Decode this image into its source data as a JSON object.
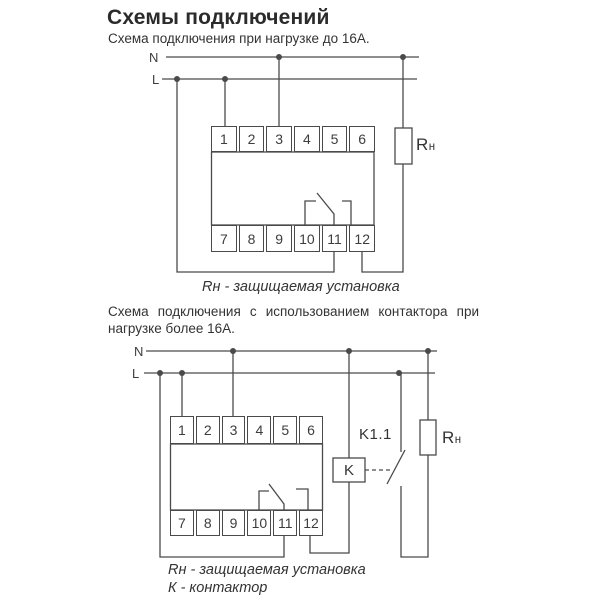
{
  "colors": {
    "line": "#4a4a4a",
    "text": "#333333",
    "title": "#2b2b2b",
    "background": "#ffffff"
  },
  "page": {
    "title": "Схемы подключений"
  },
  "diagram1": {
    "subtitle": "Схема подключения при нагрузке до 16А.",
    "n_label": "N",
    "l_label": "L",
    "terminals_top": [
      "1",
      "2",
      "3",
      "4",
      "5",
      "6"
    ],
    "terminals_bottom": [
      "7",
      "8",
      "9",
      "10",
      "11",
      "12"
    ],
    "load_label_main": "R",
    "load_label_sub": "н",
    "caption": "Rн - защищаемая установка"
  },
  "diagram2": {
    "subtitle": "Схема подключения с использованием контактора при нагрузке более 16А.",
    "n_label": "N",
    "l_label": "L",
    "terminals_top": [
      "1",
      "2",
      "3",
      "4",
      "5",
      "6"
    ],
    "terminals_bottom": [
      "7",
      "8",
      "9",
      "10",
      "11",
      "12"
    ],
    "contactor_coil_label": "K",
    "contactor_contact_label": "K1.1",
    "load_label_main": "R",
    "load_label_sub": "н",
    "captions": [
      "Rн - защищаемая установка",
      "К - контактор"
    ]
  }
}
